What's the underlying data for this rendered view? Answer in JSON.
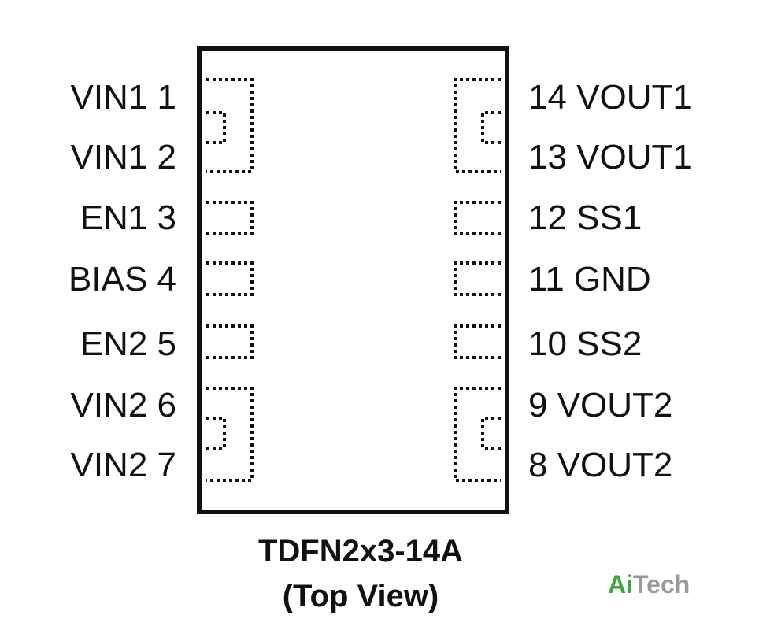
{
  "package": {
    "name": "TDFN2x3-14A",
    "view": "(Top View)"
  },
  "pins_left": [
    {
      "label": "VIN1 1"
    },
    {
      "label": "VIN1 2"
    },
    {
      "label": "EN1 3"
    },
    {
      "label": "BIAS 4"
    },
    {
      "label": "EN2 5"
    },
    {
      "label": "VIN2 6"
    },
    {
      "label": "VIN2 7"
    }
  ],
  "pins_right": [
    {
      "label": "14 VOUT1"
    },
    {
      "label": "13 VOUT1"
    },
    {
      "label": "12 SS1"
    },
    {
      "label": "11 GND"
    },
    {
      "label": "10 SS2"
    },
    {
      "label": "9 VOUT2"
    },
    {
      "label": "8 VOUT2"
    }
  ],
  "watermark": {
    "part1": "Ai",
    "part2": "Tech",
    "color1": "#3aa935",
    "color2": "#9a9a9a"
  }
}
